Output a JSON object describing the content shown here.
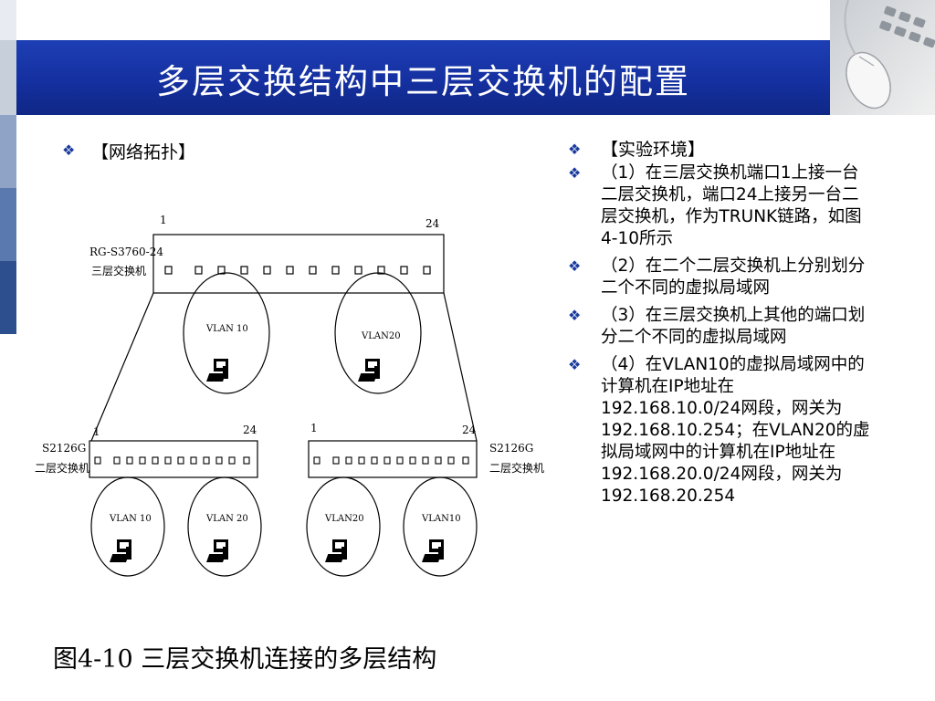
{
  "slide": {
    "title": "多层交换结构中三层交换机的配置",
    "bullet_glyph": "❖",
    "left_heading": "【网络拓扑】",
    "figure_caption": "图4-10  三层交换机连接的多层结构"
  },
  "right_list": [
    "【实验环境】",
    "（1）在三层交换机端口1上接一台二层交换机，端口24上接另一台二层交换机，作为TRUNK链路，如图4-10所示",
    "（2）在二个二层交换机上分别划分二个不同的虚拟局域网",
    "（3）在三层交换机上其他的端口划分二个不同的虚拟局域网",
    "（4）在VLAN10的虚拟局域网中的计算机在IP地址在192.168.10.0/24网段，网关为192.168.10.254；在VLAN20的虚拟局域网中的计算机在IP地址在192.168.20.0/24网段，网关为192.168.20.254"
  ],
  "diagram": {
    "core": {
      "model": "RG-S3760-24",
      "role": "三层交换机",
      "port_first": "1",
      "port_last": "24"
    },
    "left_switch": {
      "model": "S2126G",
      "role": "二层交换机",
      "port_first": "1",
      "port_last": "24"
    },
    "right_switch": {
      "model": "S2126G",
      "role": "二层交换机",
      "port_first": "1",
      "port_last": "24"
    },
    "vlans_core": [
      "VLAN 10",
      "VLAN20"
    ],
    "vlans_left": [
      "VLAN 10",
      "VLAN 20"
    ],
    "vlans_right": [
      "VLAN20",
      "VLAN10"
    ]
  },
  "colors": {
    "title_bar": "#1530a0",
    "title_text": "#ffffff",
    "bullet": "#1a3a9e"
  },
  "icons": [
    "mouse-keyboard-photo",
    "computer-icon"
  ]
}
